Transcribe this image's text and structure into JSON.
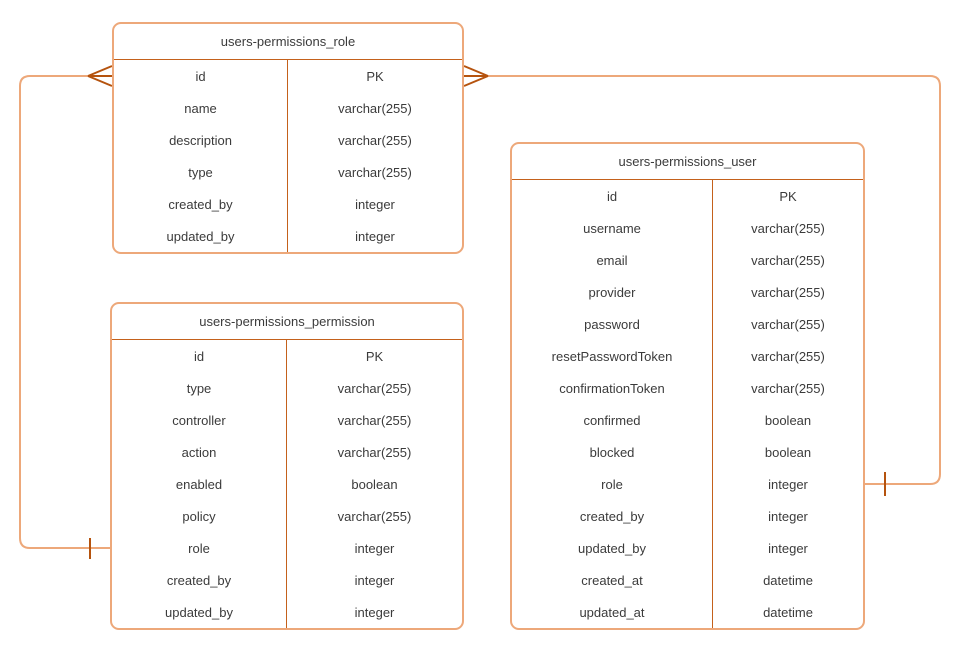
{
  "diagram": {
    "type": "entity-relationship",
    "notation": "crow-foot",
    "colors": {
      "background": "#FFFFFF",
      "table_border": "#EDA87A",
      "table_divider": "#C4611B",
      "connector_line": "#EDA87A",
      "cardinality_marker": "#B5530E",
      "text": "#3B3B3B"
    },
    "tables": [
      {
        "title": "users-permissions_role",
        "fields": [
          {
            "name": "id",
            "type": "PK"
          },
          {
            "name": "name",
            "type": "varchar(255)"
          },
          {
            "name": "description",
            "type": "varchar(255)"
          },
          {
            "name": "type",
            "type": "varchar(255)"
          },
          {
            "name": "created_by",
            "type": "integer"
          },
          {
            "name": "updated_by",
            "type": "integer"
          }
        ]
      },
      {
        "title": "users-permissions_permission",
        "fields": [
          {
            "name": "id",
            "type": "PK"
          },
          {
            "name": "type",
            "type": "varchar(255)"
          },
          {
            "name": "controller",
            "type": "varchar(255)"
          },
          {
            "name": "action",
            "type": "varchar(255)"
          },
          {
            "name": "enabled",
            "type": "boolean"
          },
          {
            "name": "policy",
            "type": "varchar(255)"
          },
          {
            "name": "role",
            "type": "integer"
          },
          {
            "name": "created_by",
            "type": "integer"
          },
          {
            "name": "updated_by",
            "type": "integer"
          }
        ]
      },
      {
        "title": "users-permissions_user",
        "fields": [
          {
            "name": "id",
            "type": "PK"
          },
          {
            "name": "username",
            "type": "varchar(255)"
          },
          {
            "name": "email",
            "type": "varchar(255)"
          },
          {
            "name": "provider",
            "type": "varchar(255)"
          },
          {
            "name": "password",
            "type": "varchar(255)"
          },
          {
            "name": "resetPasswordToken",
            "type": "varchar(255)"
          },
          {
            "name": "confirmationToken",
            "type": "varchar(255)"
          },
          {
            "name": "confirmed",
            "type": "boolean"
          },
          {
            "name": "blocked",
            "type": "boolean"
          },
          {
            "name": "role",
            "type": "integer"
          },
          {
            "name": "created_by",
            "type": "integer"
          },
          {
            "name": "updated_by",
            "type": "integer"
          },
          {
            "name": "created_at",
            "type": "datetime"
          },
          {
            "name": "updated_at",
            "type": "datetime"
          }
        ]
      }
    ],
    "relationships": [
      {
        "from_table": "users-permissions_role",
        "from_field": "id",
        "from_cardinality": "many",
        "to_table": "users-permissions_permission",
        "to_field": "role",
        "to_cardinality": "one"
      },
      {
        "from_table": "users-permissions_role",
        "from_field": "id",
        "from_cardinality": "many",
        "to_table": "users-permissions_user",
        "to_field": "role",
        "to_cardinality": "one"
      }
    ]
  }
}
